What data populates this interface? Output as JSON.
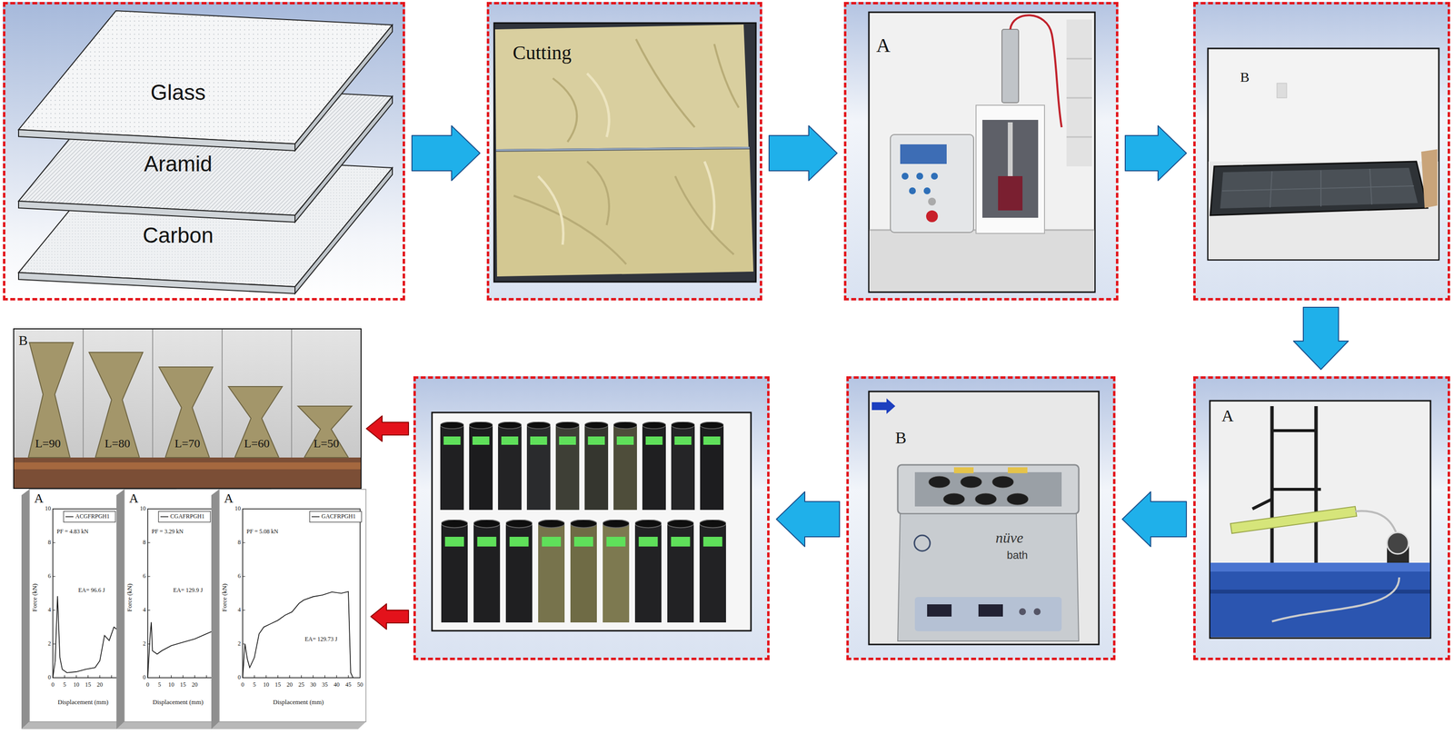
{
  "diagram": {
    "nodes": [
      {
        "text": []
      },
      {
        "text": [
          "Glass"
        ],
        "in": 0
      },
      {
        "text": [
          "Aramid"
        ],
        "in": 0
      },
      {
        "text": [
          "Carbon"
        ],
        "in": 0
      },
      {
        "text": [
          "Cutting"
        ]
      },
      {
        "text": [
          "A"
        ]
      },
      {
        "text": [
          "B"
        ]
      },
      {
        "text": [
          "A"
        ]
      },
      {
        "text": [
          "B"
        ]
      },
      {
        "text": []
      },
      {
        "text": [
          "B"
        ]
      },
      {
        "text": [
          "A",
          "PF = 4.83 kN",
          "EA= 96.6 J",
          "Force (kN)",
          "Displacement (mm)"
        ]
      },
      {
        "text": [
          "A",
          "PF = 3.29 kN",
          "EA= 129.9 J",
          "Force (kN)",
          "Displacement (mm)"
        ]
      },
      {
        "text": [
          "A",
          "PF = 5.08 kN",
          "EA= 129.73 J",
          "Force (kN)",
          "Displacement (mm)"
        ]
      }
    ],
    "edges": [
      {
        "from": 0,
        "to": 4,
        "arrow": "to"
      },
      {
        "from": 4,
        "to": 5,
        "arrow": "to"
      },
      {
        "from": 5,
        "to": 6,
        "arrow": "to"
      },
      {
        "from": 6,
        "to": 7,
        "arrow": "to"
      },
      {
        "from": 7,
        "to": 8,
        "arrow": "to"
      },
      {
        "from": 8,
        "to": 9,
        "arrow": "to"
      },
      {
        "from": 9,
        "to": 10,
        "arrow": "to"
      },
      {
        "from": 9,
        "to": 13,
        "arrow": "to"
      }
    ],
    "labels": [
      "L=90",
      "L=80",
      "L=70",
      "L=60",
      "L=50",
      "nüve",
      "bath",
      "0",
      "2",
      "4",
      "6",
      "8",
      "10",
      "0",
      "5",
      "10",
      "15",
      "20",
      "0",
      "2",
      "4",
      "6",
      "8",
      "10",
      "0",
      "5",
      "10",
      "15",
      "20",
      "0",
      "2",
      "4",
      "6",
      "8",
      "10",
      "0",
      "5",
      "10",
      "15",
      "20",
      "25",
      "30",
      "35",
      "40",
      "45",
      "50"
    ],
    "legend": [
      {
        "text": "ACGFRPGH1"
      },
      {
        "text": "CGAFRPGH1"
      },
      {
        "text": "GACFRPGH1"
      }
    ]
  }
}
